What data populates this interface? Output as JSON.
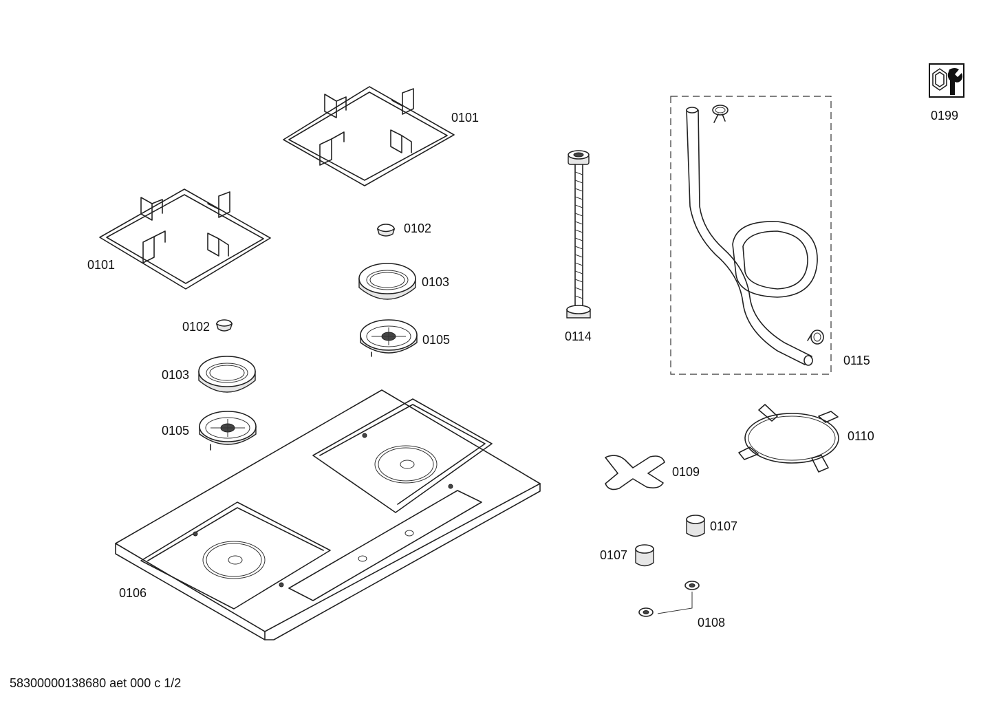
{
  "footer": {
    "document_id": "58300000138680 aet 000 c 1/2"
  },
  "parts": {
    "pan_support_right": "0101",
    "pan_support_left": "0101",
    "burner_cap_right": "0102",
    "burner_cap_left": "0102",
    "flame_spreader_right": "0103",
    "flame_spreader_left": "0103",
    "burner_base_right": "0105",
    "burner_base_left": "0105",
    "hob_top": "0106",
    "knob_upper": "0107",
    "knob_lower": "0107",
    "knob_seal": "0108",
    "simmer_plate": "0109",
    "wok_ring": "0110",
    "gas_connection_pipe": "0114",
    "gas_hose_kit": "0115",
    "service_kit": "0199"
  },
  "icons": {
    "service_kit": "nut-and-wrench-icon"
  }
}
